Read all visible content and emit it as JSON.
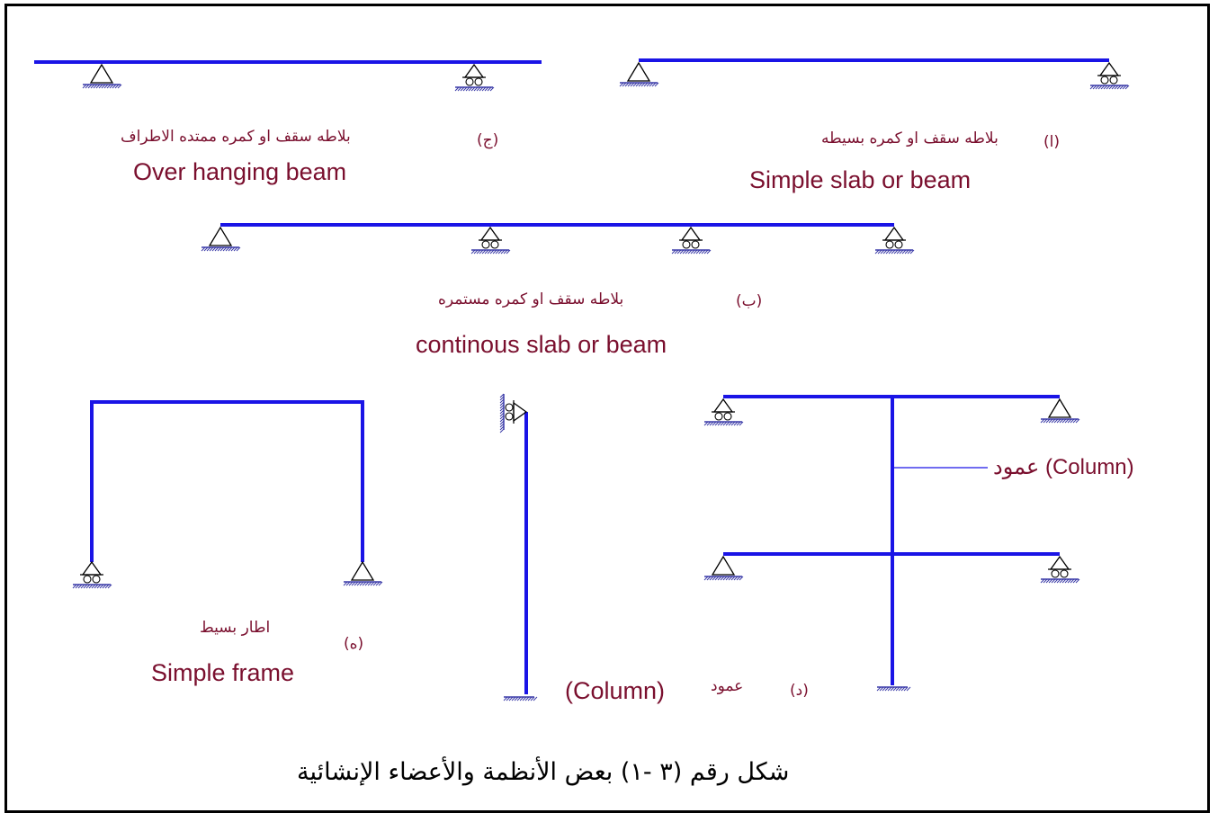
{
  "colors": {
    "member": "#1a14e6",
    "support": "#000000",
    "hatch": "#3a3aa8",
    "label": "#7a0f2e",
    "caption": "#000000"
  },
  "labels": {
    "a_letter": "(ا)",
    "a_ar": "بلاطه سقف او كمره بسيطه",
    "a_en": "Simple slab or beam",
    "j_letter": "(ج)",
    "j_ar": "بلاطه سقف او كمره ممتده الاطراف",
    "j_en": "Over hanging beam",
    "b_letter": "(ب)",
    "b_ar": "بلاطه سقف او كمره مستمره",
    "b_en": "continous slab or beam",
    "h_letter": "(ه)",
    "h_ar": "اطار بسيط",
    "h_en": "Simple frame",
    "d_letter": "(د)",
    "d_ar": "عمود",
    "d_en": "(Column)",
    "col_callout": "(Column) عمود"
  },
  "caption": "شكل رقم (٣ -١) بعض الأنظمة والأعضاء الإنشائية"
}
